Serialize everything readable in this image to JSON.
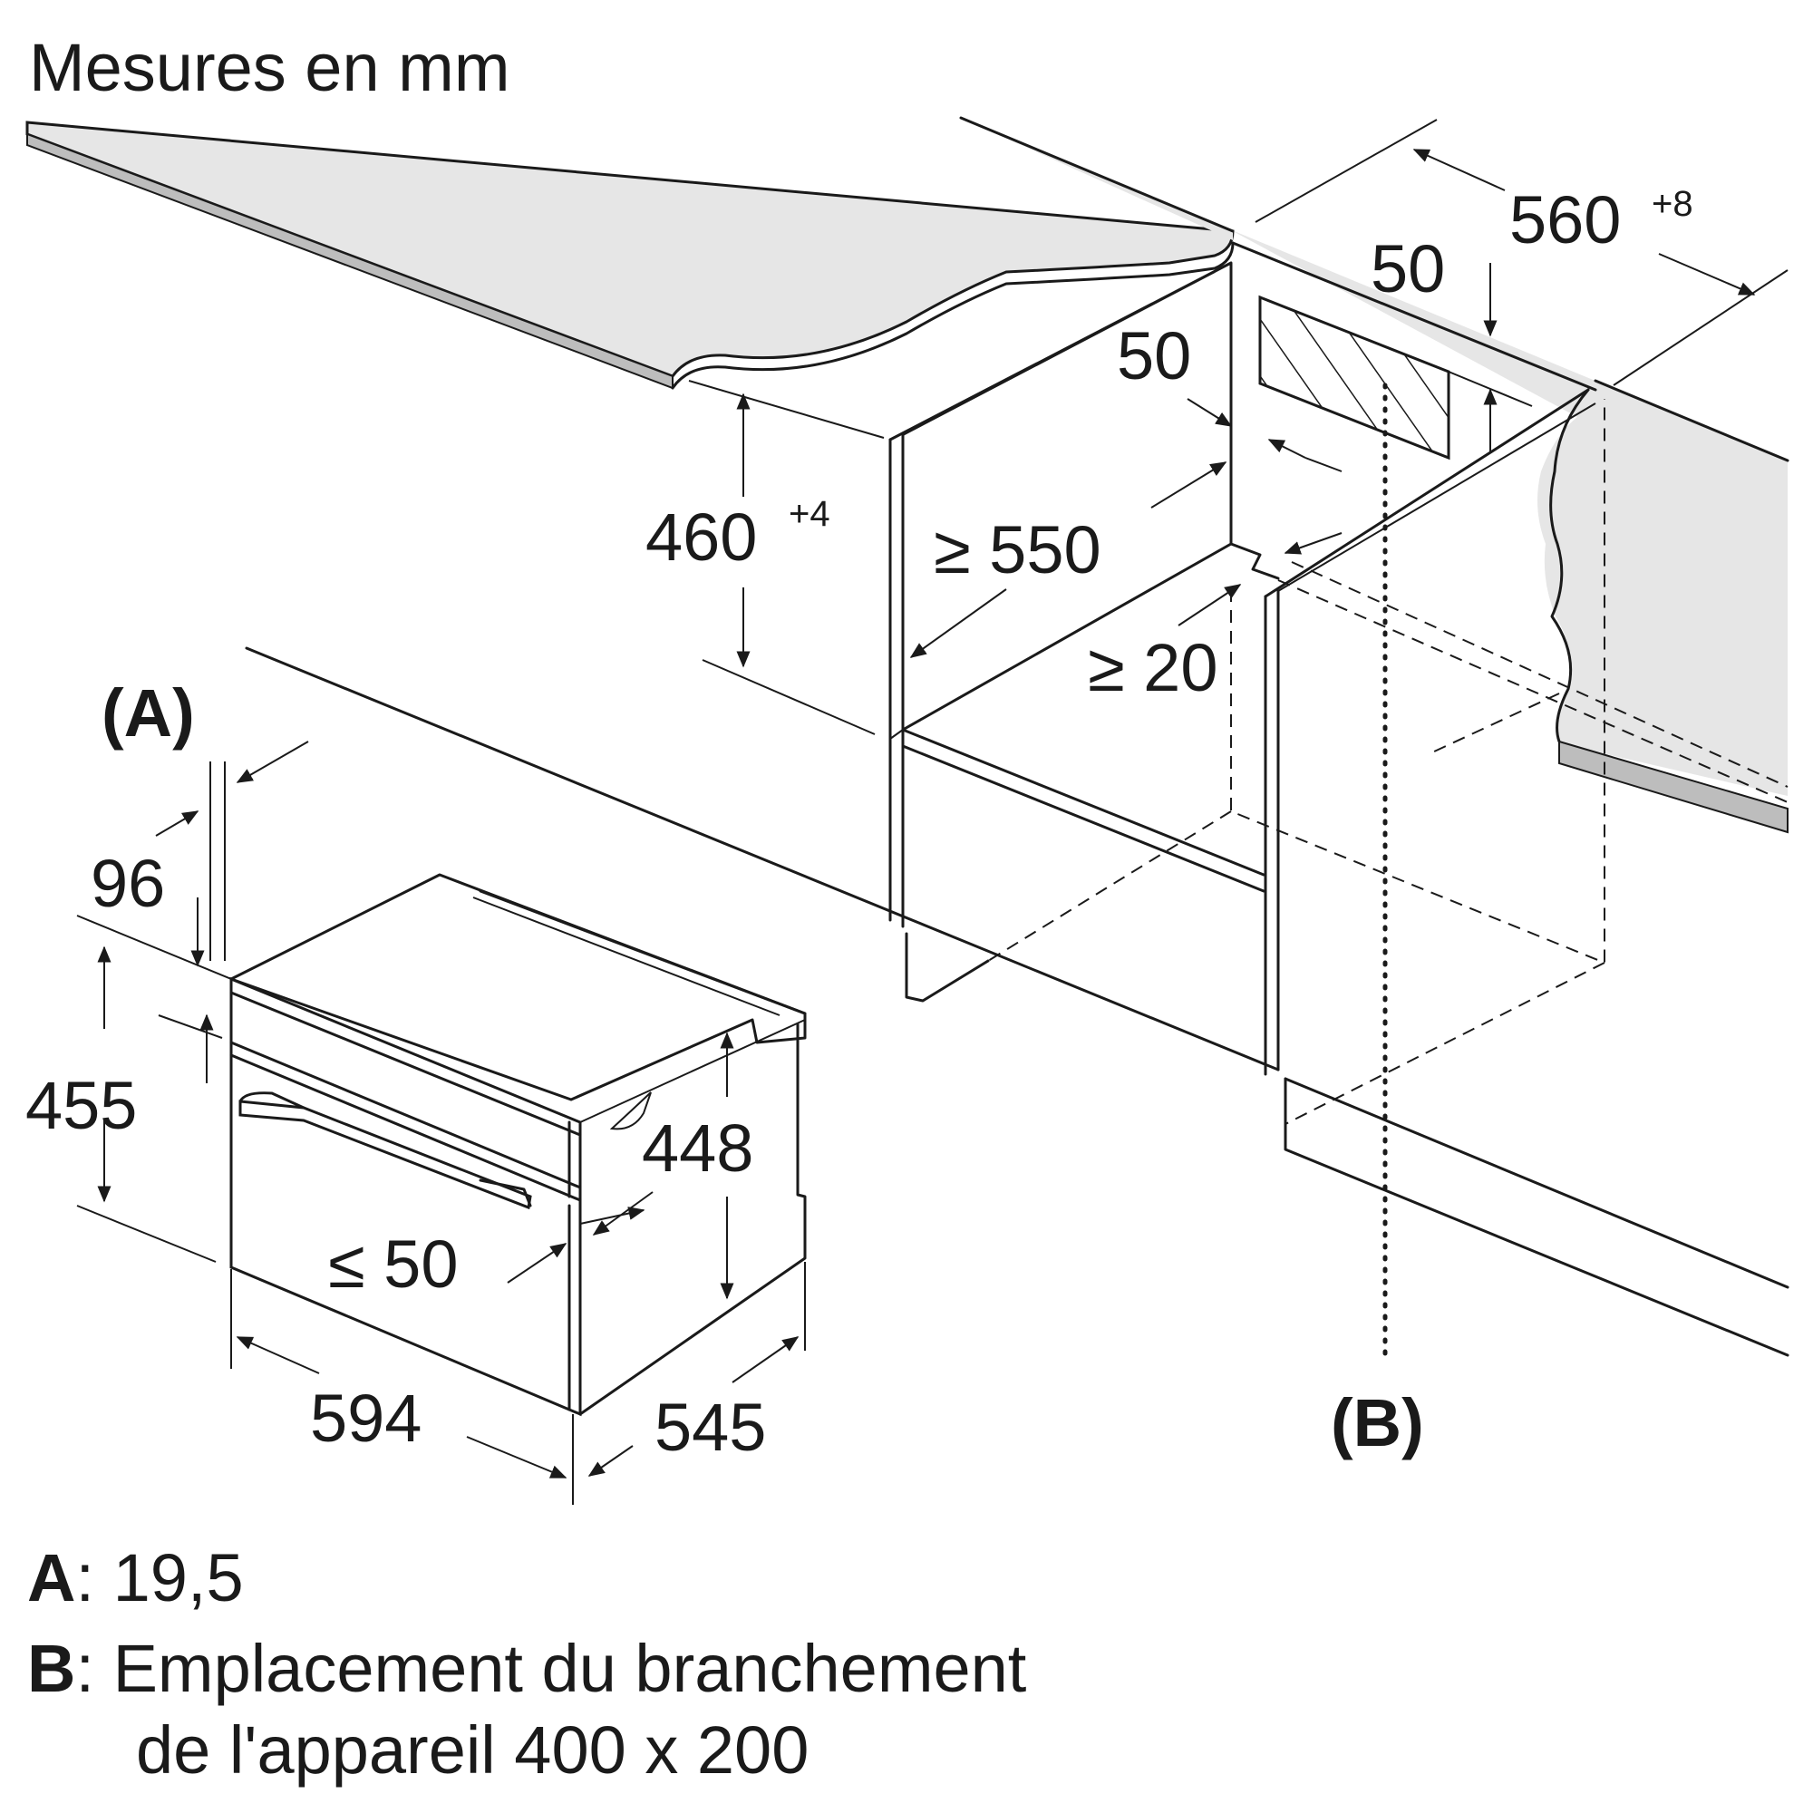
{
  "title": "Mesures en mm",
  "dimensions": {
    "cut_width": "560",
    "cut_width_tol": "+8",
    "vent_top": "50",
    "vent_side": "50",
    "niche_height": "460",
    "niche_height_tol": "+4",
    "depth_min": "≥ 550",
    "gap_min": "≥ 20",
    "offset_96": "96",
    "height_455": "455",
    "height_448": "448",
    "front_50": "≤ 50",
    "width_594": "594",
    "depth_545": "545"
  },
  "callouts": {
    "a": "(A)",
    "b": "(B)"
  },
  "legend": {
    "a_key": "A",
    "a_text": ": 19,5",
    "b_key": "B",
    "b_text": ": Emplacement du branchement",
    "b_text2": "de l'appareil 400 x 200"
  }
}
